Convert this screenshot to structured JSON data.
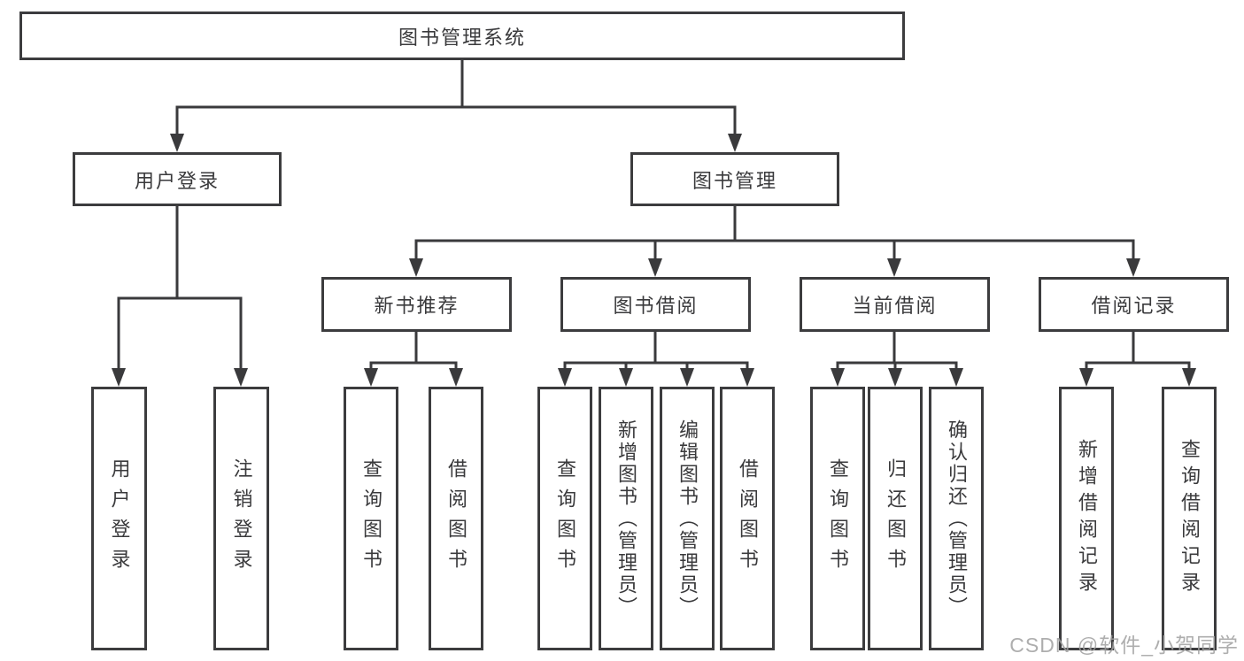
{
  "nodes": {
    "root": "图书管理系统",
    "level2": {
      "user_login": "用户登录",
      "book_management": "图书管理"
    },
    "level3": {
      "new_book_recommend": "新书推荐",
      "book_borrowing": "图书借阅",
      "current_borrowing": "当前借阅",
      "borrowing_records": "借阅记录"
    },
    "leaves": {
      "user_login_leaf": "用户登录",
      "logout": "注销登录",
      "recommend_query_books": "查询图书",
      "recommend_borrow_books": "借阅图书",
      "borrowing_query_books": "查询图书",
      "add_books_admin": "新增图书（管理员）",
      "edit_books_admin": "编辑图书（管理员）",
      "borrowing_borrow_books": "借阅图书",
      "current_query_books": "查询图书",
      "return_books": "归还图书",
      "confirm_return_admin": "确认归还（管理员）",
      "add_borrow_record": "新增借阅记录",
      "query_borrow_record": "查询借阅记录"
    }
  },
  "watermark": "CSDN @软件_小贺同学",
  "colors": {
    "line": "#3a3a3c",
    "border": "#3c3c3e",
    "text": "#3a3a3c",
    "watermark": "#a0a0a0"
  }
}
